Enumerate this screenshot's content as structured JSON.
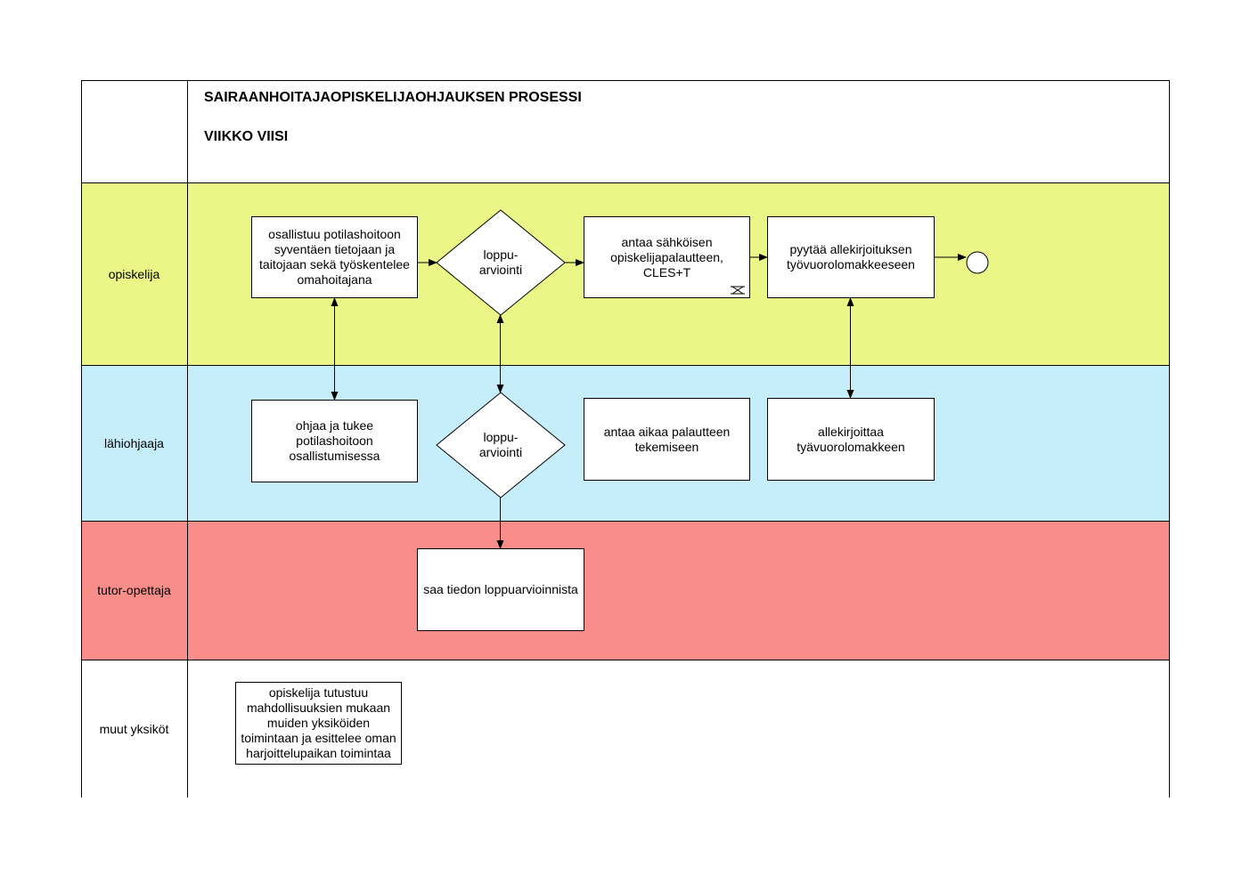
{
  "header": {
    "title": "SAIRAANHOITAJAOPISKELIJAOHJAUKSEN PROSESSI",
    "subtitle": "VIIKKO VIISI"
  },
  "colors": {
    "opiskelija_lane": "#eaf786",
    "lahiohjaaja_lane": "#c6eefa",
    "tutor_lane": "#f88d89",
    "muut_lane": "#ffffff"
  },
  "lanes": [
    {
      "id": "opiskelija",
      "label": "opiskelija"
    },
    {
      "id": "lahiohjaaja",
      "label": "lähiohjaaja"
    },
    {
      "id": "tutor",
      "label": "tutor-opettaja"
    },
    {
      "id": "muut",
      "label": "muut yksiköt"
    }
  ],
  "nodes": {
    "osallistuu": "osallistuu potilashoitoon syventäen tietojaan ja taitojaan sekä työskentelee omahoitajana",
    "loppuarviointi_opiskelija": "loppu-\narviointi",
    "antaa_palautteen": "antaa sähköisen opiskelijapalautteen, CLES+T",
    "pyytaa": "pyytää allekirjoituksen työvuorolomakkeeseen",
    "ohjaa": "ohjaa ja tukee potilashoitoon osallistumisessa",
    "loppuarviointi_lahiohjaaja": "loppu-\narviointi",
    "antaa_aikaa": "antaa aikaa palautteen tekemiseen",
    "allekirjoittaa": "allekirjoittaa tyävuorolomakkeen",
    "saa_tiedon": "saa tiedon loppuarvioinnista",
    "tutustuu": "opiskelija tutustuu mahdollisuuksien mukaan muiden yksiköiden toimintaan ja esittelee oman harjoittelupaikan toimintaa"
  },
  "icons": {
    "data_object_marker": "loop-marker-icon",
    "end_event": "end-event-circle"
  }
}
